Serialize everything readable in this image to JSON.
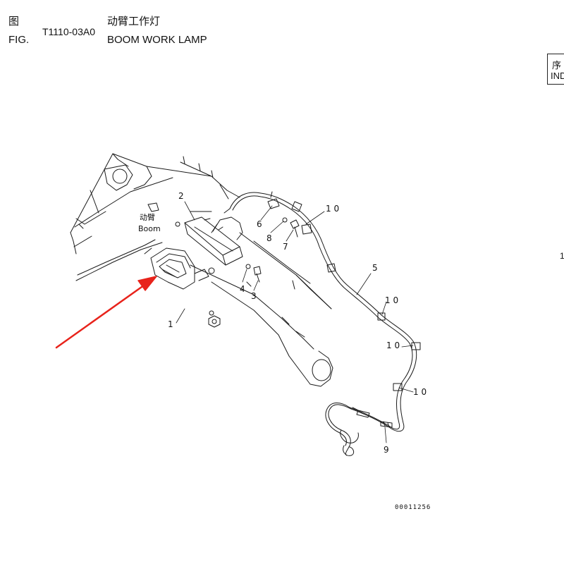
{
  "header": {
    "fig_label_cn": "图",
    "fig_label_en": "FIG.",
    "fig_number": "T1110-03A0",
    "title_cn": "动臂工作灯",
    "title_en": "BOOM WORK LAMP"
  },
  "index_column": {
    "label_cn": "序",
    "label_en": "IND",
    "first_row": "1"
  },
  "drawing": {
    "boom_label_cn": "动臂",
    "boom_label_en": "Boom",
    "doc_id": "00011256",
    "callouts": {
      "c1": "1",
      "c2": "2",
      "c3": "3",
      "c4": "4",
      "c5": "5",
      "c6": "6",
      "c7": "7",
      "c8": "8",
      "c9": "9",
      "c10a": "1 0",
      "c10b": "1 0",
      "c10c": "1 0",
      "c10d": "1 0"
    },
    "arrow_color": "#e8231b",
    "line_color": "#1a1a1a"
  }
}
